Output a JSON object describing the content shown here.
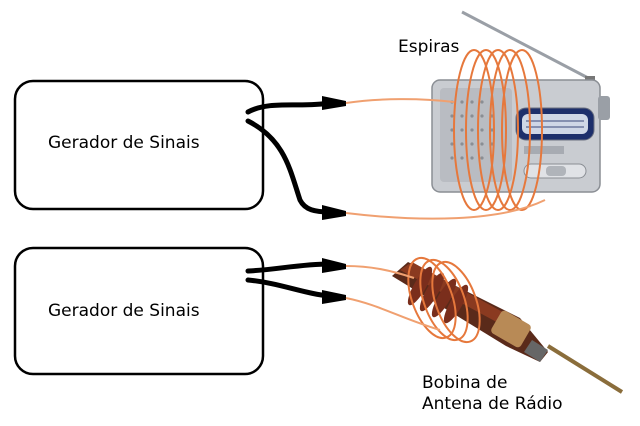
{
  "generator_top": {
    "label": "Gerador de Sinais"
  },
  "generator_bottom": {
    "label": "Gerador de Sinais"
  },
  "coils_label": "Espiras",
  "antenna_coil_label": {
    "line1": "Bobina de",
    "line2": "Antena de Rádio"
  },
  "colors": {
    "wire": "#f0a070",
    "cable": "#000000",
    "radio_body": "#c9ccd1",
    "coil_core": "#7a2e1c",
    "coil_wire": "#e6783c"
  }
}
